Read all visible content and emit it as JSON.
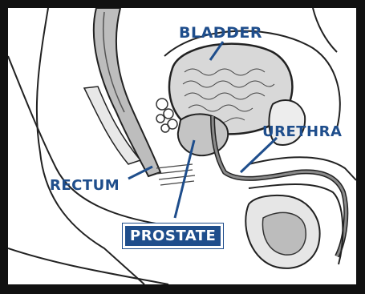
{
  "labels": {
    "bladder": "BLADDER",
    "urethra": "URETHRA",
    "rectum": "RECTUM",
    "prostate": "PROSTATE"
  },
  "colors": {
    "label_blue": "#1f4e8c",
    "frame": "#111111",
    "tissue_gray": "#cfcfcf",
    "ink": "#222222"
  }
}
